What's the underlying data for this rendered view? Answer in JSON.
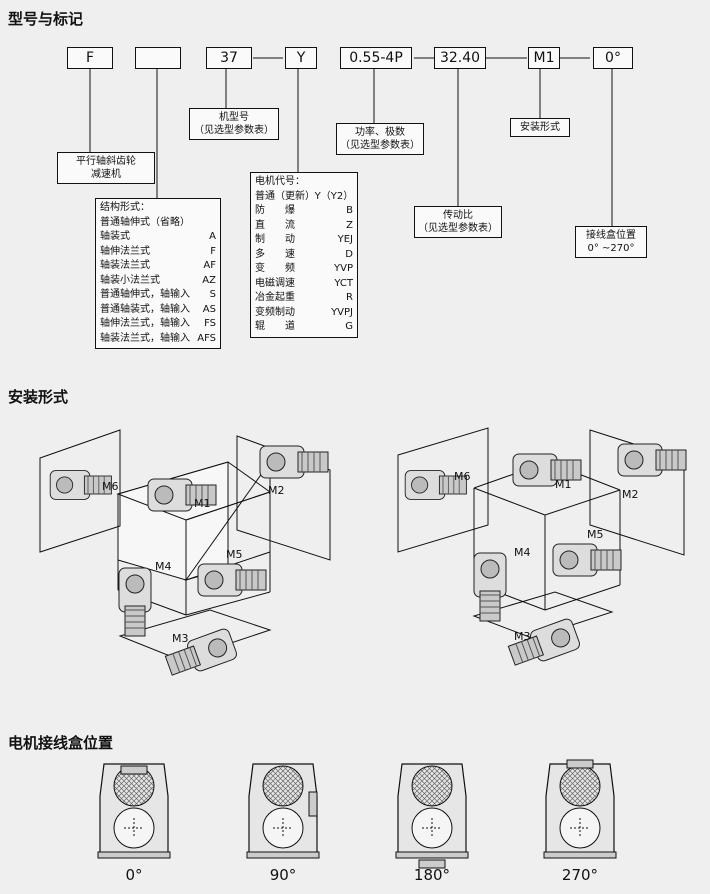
{
  "sections": {
    "model": "型号与标记",
    "mounting": "安装形式",
    "terminal": "电机接线盒位置"
  },
  "code_boxes": [
    "F",
    "",
    "37",
    "Y",
    "0.55-4P",
    "32.40",
    "M1",
    "0°"
  ],
  "labels": {
    "reducer": [
      "平行轴斜齿轮",
      "减速机"
    ],
    "frame": [
      "机型号",
      "（见选型参数表）"
    ],
    "power": [
      "功率、极数",
      "（见选型参数表）"
    ],
    "mount": "安装形式",
    "ratio": [
      "传动比",
      "（见选型参数表）"
    ],
    "terminal_box": [
      "接线盒位置",
      "0°  ~270°"
    ]
  },
  "structure": {
    "title": "结构形式：",
    "items": [
      {
        "name": "普通轴伸式（省略）",
        "code": ""
      },
      {
        "name": "轴装式",
        "code": "A"
      },
      {
        "name": "轴伸法兰式",
        "code": "F"
      },
      {
        "name": "轴装法兰式",
        "code": "AF"
      },
      {
        "name": "轴装小法兰式",
        "code": "AZ"
      },
      {
        "name": "普通轴伸式，轴输入",
        "code": "S"
      },
      {
        "name": "普通轴装式，轴输入",
        "code": "AS"
      },
      {
        "name": "轴伸法兰式，轴输入",
        "code": "FS"
      },
      {
        "name": "轴装法兰式，轴输入",
        "code": "AFS"
      }
    ]
  },
  "motor": {
    "title": "电机代号：",
    "items": [
      {
        "name": "普通（更新）",
        "code": "Y（Y2）"
      },
      {
        "name": "防　　爆",
        "code": "B"
      },
      {
        "name": "直　　流",
        "code": "Z"
      },
      {
        "name": "制　　动",
        "code": "YEJ"
      },
      {
        "name": "多　　速",
        "code": "D"
      },
      {
        "name": "变　　频",
        "code": "YVP"
      },
      {
        "name": "电磁调速",
        "code": "YCT"
      },
      {
        "name": "冶金起重",
        "code": "R"
      },
      {
        "name": "变频制动",
        "code": "YVPJ"
      },
      {
        "name": "辊　　道",
        "code": "G"
      }
    ]
  },
  "mounting_positions": [
    "M1",
    "M2",
    "M3",
    "M4",
    "M5",
    "M6"
  ],
  "terminal_positions": [
    "0°",
    "90°",
    "180°",
    "270°"
  ]
}
